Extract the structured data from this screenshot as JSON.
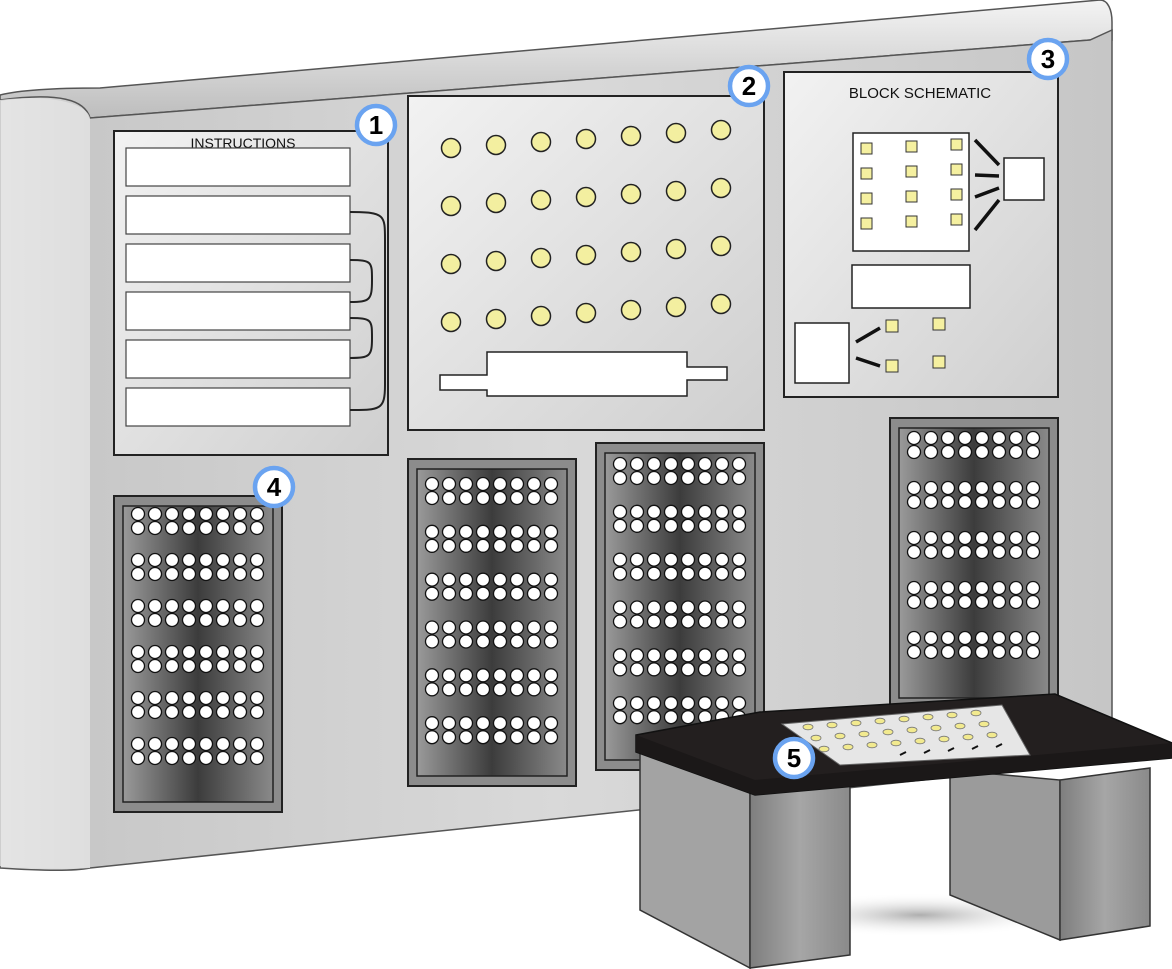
{
  "panels": {
    "instructions_label": "INSTRUCTIONS",
    "schematic_label": "BLOCK SCHEMATIC"
  },
  "callouts": [
    {
      "id": "1",
      "target": "instructions-panel"
    },
    {
      "id": "2",
      "target": "indicator-lamp-panel"
    },
    {
      "id": "3",
      "target": "block-schematic-panel"
    },
    {
      "id": "4",
      "target": "socket-rack"
    },
    {
      "id": "5",
      "target": "desk-control-panel"
    }
  ],
  "colors": {
    "badge_fill": "#ffffff",
    "badge_ring": "#6aa3f0",
    "lamp_fill": "#f3efa0",
    "rack_dark": "#3a3a3a",
    "cabinet": "#d7d7d7",
    "desk_top": "#231f1f",
    "desk_leg": "#8e8e8e"
  }
}
